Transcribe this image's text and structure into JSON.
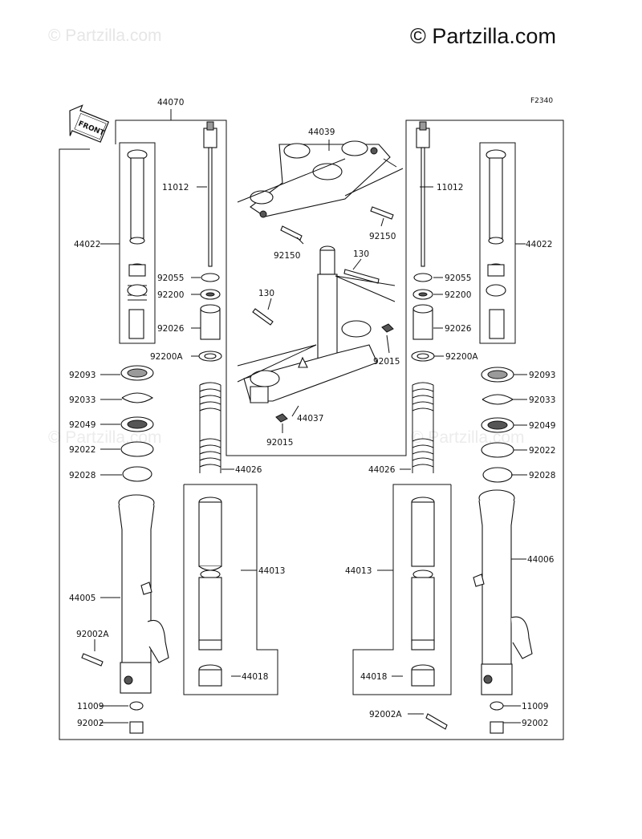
{
  "watermarks": {
    "top_left": "© Partzilla.com",
    "top_right": "© Partzilla.com",
    "mid_left": "© Partzilla.com",
    "mid_right": "© Partzilla.com"
  },
  "figure_code": "F2340",
  "front_label": "FRONT",
  "labels": {
    "p44070": "44070",
    "p44039": "44039",
    "p11012_l": "11012",
    "p11012_r": "11012",
    "p44022_l": "44022",
    "p44022_r": "44022",
    "p92150_a": "92150",
    "p92150_b": "92150",
    "p130_a": "130",
    "p130_b": "130",
    "p92055_l": "92055",
    "p92055_r": "92055",
    "p92200_l": "92200",
    "p92200_r": "92200",
    "p92026_l": "92026",
    "p92026_r": "92026",
    "p92200A_l": "92200A",
    "p92200A_r": "92200A",
    "p92015_a": "92015",
    "p92015_b": "92015",
    "p92093_l": "92093",
    "p92093_r": "92093",
    "p92033_l": "92033",
    "p92033_r": "92033",
    "p44037": "44037",
    "p92049_l": "92049",
    "p92049_r": "92049",
    "p92022_l": "92022",
    "p92022_r": "92022",
    "p92028_l": "92028",
    "p92028_r": "92028",
    "p44026_l": "44026",
    "p44026_r": "44026",
    "p44013_l": "44013",
    "p44013_r": "44013",
    "p44005": "44005",
    "p44006": "44006",
    "p92002A_l": "92002A",
    "p92002A_r": "92002A",
    "p44018_l": "44018",
    "p44018_r": "44018",
    "p11009_l": "11009",
    "p11009_r": "11009",
    "p92002_l": "92002",
    "p92002_r": "92002"
  }
}
